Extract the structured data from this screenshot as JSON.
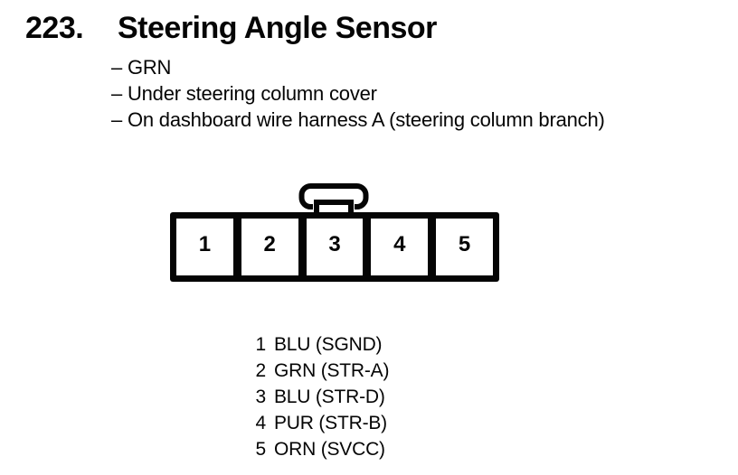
{
  "colors": {
    "ink": "#050505",
    "paper": "#ffffff"
  },
  "header": {
    "number": "223.",
    "title": "Steering Angle Sensor",
    "bullets": [
      "– GRN",
      "– Under steering column cover",
      "– On dashboard wire harness A (steering column branch)"
    ]
  },
  "connector": {
    "pins": [
      "1",
      "2",
      "3",
      "4",
      "5"
    ]
  },
  "legend": [
    {
      "pin": "1",
      "label": "BLU (SGND)"
    },
    {
      "pin": "2",
      "label": "GRN (STR-A)"
    },
    {
      "pin": "3",
      "label": "BLU (STR-D)"
    },
    {
      "pin": "4",
      "label": "PUR (STR-B)"
    },
    {
      "pin": "5",
      "label": "ORN (SVCC)"
    }
  ]
}
